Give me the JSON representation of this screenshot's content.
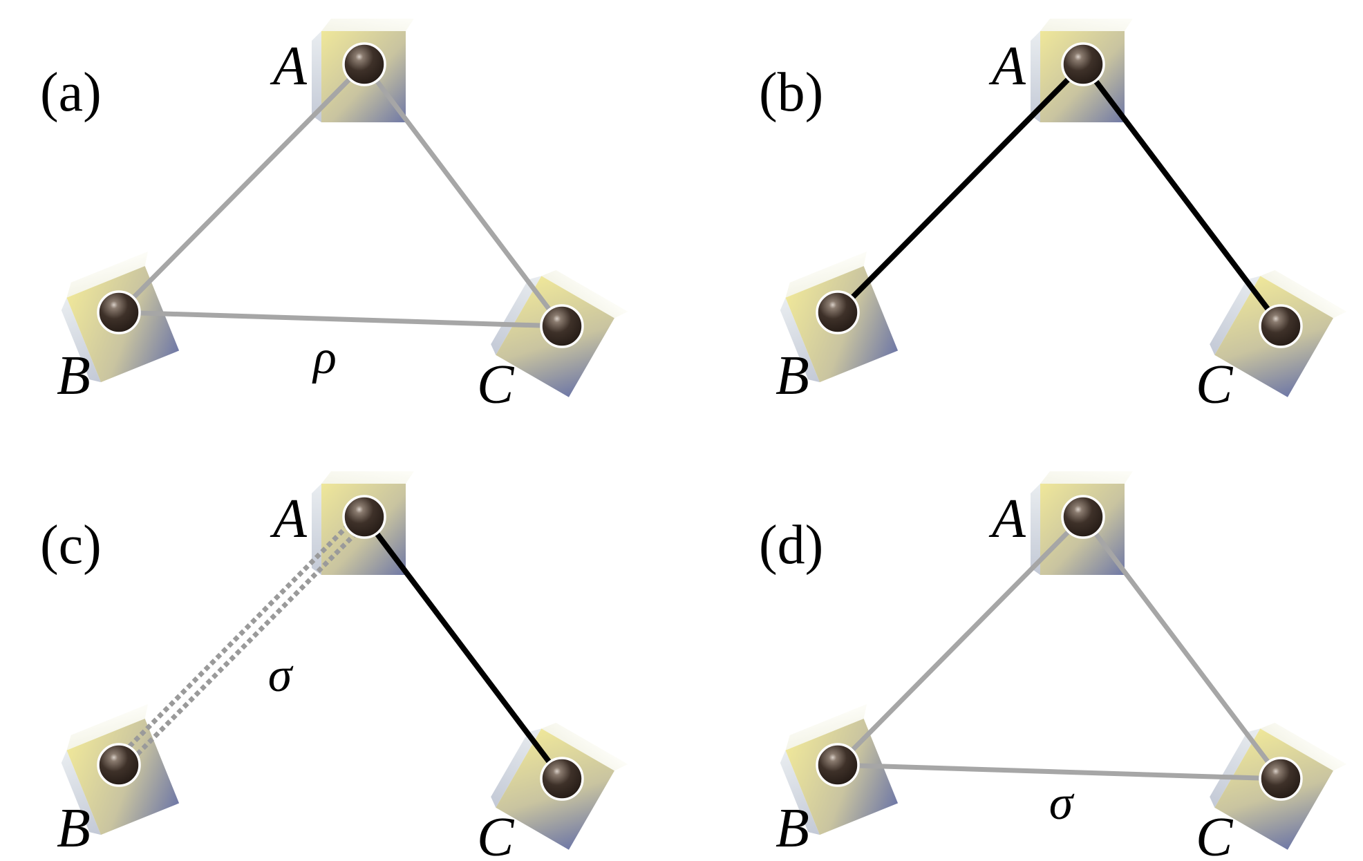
{
  "panels": [
    {
      "id": "a",
      "label": "(a)",
      "nodes": [
        "A",
        "B",
        "C"
      ],
      "edges": [
        {
          "from": "A",
          "to": "B",
          "style": "gray"
        },
        {
          "from": "A",
          "to": "C",
          "style": "gray"
        },
        {
          "from": "B",
          "to": "C",
          "style": "gray"
        }
      ],
      "state_label": "ρ"
    },
    {
      "id": "b",
      "label": "(b)",
      "nodes": [
        "A",
        "B",
        "C"
      ],
      "edges": [
        {
          "from": "A",
          "to": "B",
          "style": "black"
        },
        {
          "from": "A",
          "to": "C",
          "style": "black"
        }
      ],
      "state_label": ""
    },
    {
      "id": "c",
      "label": "(c)",
      "nodes": [
        "A",
        "B",
        "C"
      ],
      "edges": [
        {
          "from": "A",
          "to": "B",
          "style": "dotted-gray"
        },
        {
          "from": "A",
          "to": "C",
          "style": "black"
        }
      ],
      "state_label": "σ"
    },
    {
      "id": "d",
      "label": "(d)",
      "nodes": [
        "A",
        "B",
        "C"
      ],
      "edges": [
        {
          "from": "A",
          "to": "B",
          "style": "gray"
        },
        {
          "from": "A",
          "to": "C",
          "style": "gray"
        },
        {
          "from": "B",
          "to": "C",
          "style": "gray"
        }
      ],
      "state_label": "σ"
    }
  ],
  "colors": {
    "gray_edge": "#a6a6a6",
    "black_edge": "#000000",
    "dotted_edge": "#9a9a9a",
    "cube_yellow": "#e9e08a",
    "cube_blue": "#7f85a8",
    "sphere": "#3d3028"
  }
}
